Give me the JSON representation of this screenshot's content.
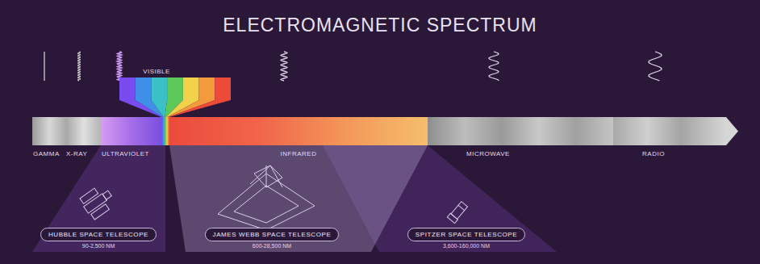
{
  "diagram": {
    "title": "ELECTROMAGNETIC SPECTRUM",
    "nodes": [
      {
        "text": [
          "HUBBLE SPACE TELESCOPE",
          "90-2,500 NM"
        ]
      },
      {
        "text": [
          "JAMES WEBB SPACE TELESCOPE",
          "600-28,500 NM"
        ]
      },
      {
        "text": [
          "SPITZER SPACE TELESCOPE",
          "3,600-160,000 NM"
        ]
      }
    ],
    "labels": [
      "VISIBLE",
      "GAMMA",
      "X-RAY",
      "ULTRAVIOLET",
      "INFRARED",
      "MICROWAVE",
      "RADIO"
    ]
  }
}
